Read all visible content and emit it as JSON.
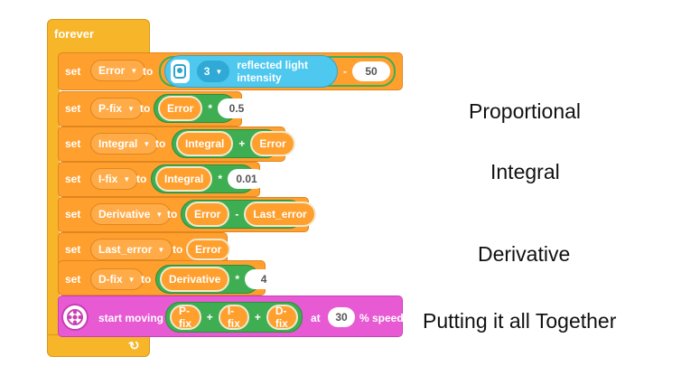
{
  "forever": {
    "label": "forever"
  },
  "rows": [
    {
      "set": "set",
      "var": "Error",
      "to": "to"
    },
    {
      "set": "set",
      "var": "P-fix",
      "to": "to"
    },
    {
      "set": "set",
      "var": "Integral",
      "to": "to"
    },
    {
      "set": "set",
      "var": "I-fix",
      "to": "to"
    },
    {
      "set": "set",
      "var": "Derivative",
      "to": "to"
    },
    {
      "set": "set",
      "var": "Last_error",
      "to": "to"
    },
    {
      "set": "set",
      "var": "D-fix",
      "to": "to"
    }
  ],
  "row1": {
    "port": "3",
    "sensor_text": "reflected light intensity",
    "op": "-",
    "value": "50"
  },
  "row2": {
    "left": "Error",
    "op": "*",
    "value": "0.5"
  },
  "row3": {
    "left": "Integral",
    "op": "+",
    "right": "Error"
  },
  "row4": {
    "left": "Integral",
    "op": "*",
    "value": "0.01"
  },
  "row5": {
    "left": "Error",
    "op": "-",
    "right": "Last_error"
  },
  "row6": {
    "value": "Error"
  },
  "row7": {
    "left": "Derivative",
    "op": "*",
    "value": "4"
  },
  "motor": {
    "label": "start moving",
    "a": "P-fix",
    "op1": "+",
    "b": "I-fix",
    "op2": "+",
    "c": "D-fix",
    "at": "at",
    "speed": "30",
    "unit": "% speed"
  },
  "captions": {
    "proportional": "Proportional",
    "integral": "Integral",
    "derivative": "Derivative",
    "together": "Putting it all Together"
  },
  "colors": {
    "control": "#f7b52a",
    "variable": "#ff9f2e",
    "operator": "#3fae52",
    "sensor": "#4ec8ee",
    "motor": "#e85ad4"
  },
  "icons": [
    "color-sensor-icon",
    "caret-down-icon",
    "motor-icon",
    "loop-arrow-icon"
  ]
}
